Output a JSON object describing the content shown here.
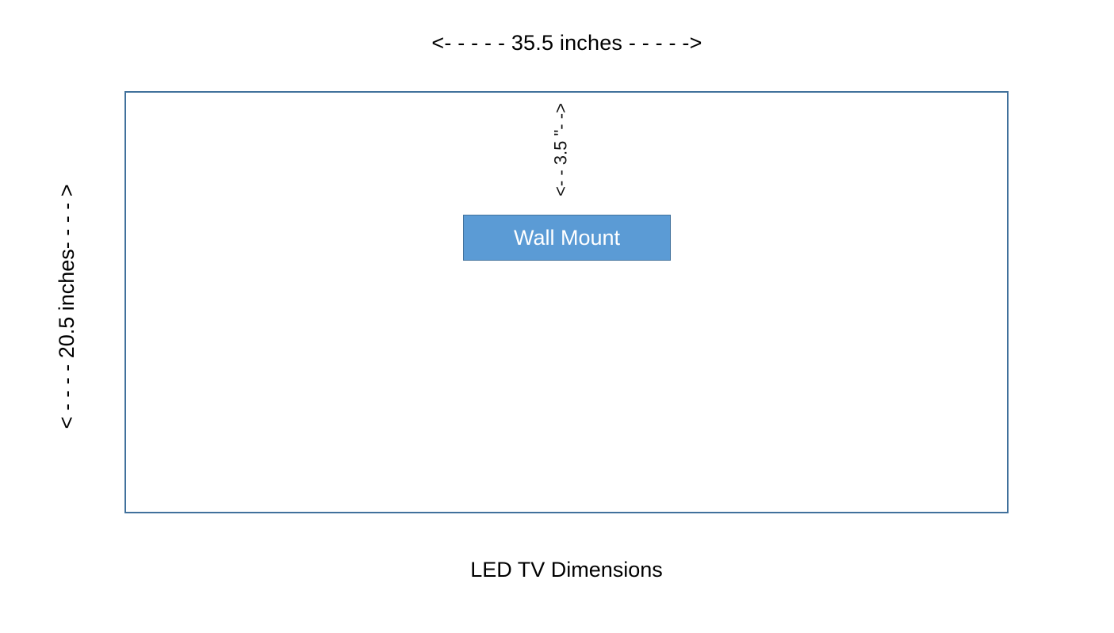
{
  "diagram": {
    "caption": "LED TV Dimensions",
    "colors": {
      "outline_border": "#41719C",
      "mount_fill": "#5B9BD5",
      "mount_border": "#41719C",
      "mount_text": "#FFFFFF",
      "text": "#000000",
      "background": "#FFFFFF"
    },
    "dimensions": {
      "width": {
        "label": "<- - - - - 35.5 inches - - - - ->",
        "value": "35.5",
        "unit": "inches",
        "orientation": "horizontal"
      },
      "height": {
        "label": "< - - - - 20.5 inches- - - - >",
        "value": "20.5",
        "unit": "inches",
        "orientation": "vertical"
      },
      "mount_gap": {
        "label": "<- - 3.5 \"- ->",
        "value": "3.5",
        "unit": "\"",
        "orientation": "vertical"
      }
    },
    "shapes": {
      "tv_body": {
        "name": "LED TV outline"
      },
      "wall_mount": {
        "label": "Wall Mount"
      }
    }
  }
}
